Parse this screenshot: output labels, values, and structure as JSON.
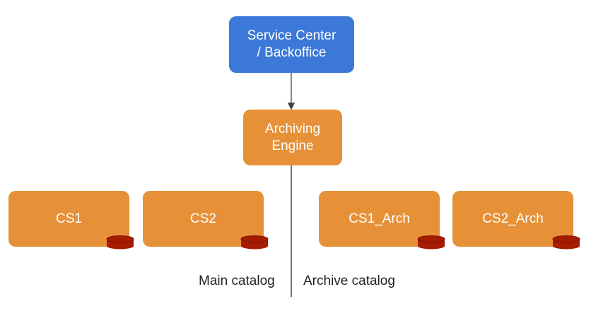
{
  "nodes": {
    "service_center": "Service Center\n/ Backoffice",
    "archiving_engine": "Archiving\nEngine",
    "cs1": "CS1",
    "cs2": "CS2",
    "cs1_arch": "CS1_Arch",
    "cs2_arch": "CS2_Arch"
  },
  "labels": {
    "main_catalog": "Main catalog",
    "archive_catalog": "Archive catalog"
  },
  "colors": {
    "service_node": "#3c78d8",
    "engine_node": "#e69138",
    "database_icon": "#a61c00",
    "connector": "#434343"
  },
  "icons": {
    "database": "database-icon"
  }
}
